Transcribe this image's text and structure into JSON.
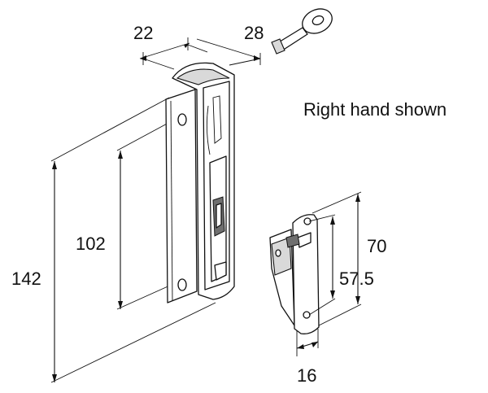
{
  "drawing": {
    "note": "Right hand shown",
    "dimensions": {
      "width_top": "22",
      "depth_top": "28",
      "hole_spacing_handle": "102",
      "overall_height": "142",
      "keeper_height": "70",
      "keeper_hole_spacing": "57.5",
      "keeper_width": "16"
    },
    "icons": [
      "key-icon"
    ]
  }
}
